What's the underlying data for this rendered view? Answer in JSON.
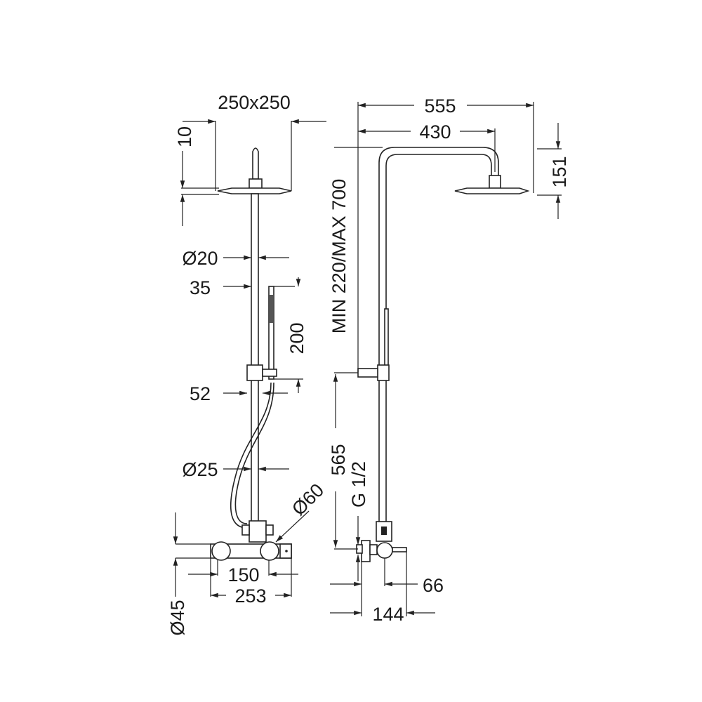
{
  "drawing": {
    "front_view": {
      "head_size": "250x250",
      "head_thickness": "10",
      "pipe_diameter_upper": "Ø20",
      "hand_shower_width": "35",
      "hand_shower_length": "200",
      "slider_width": "52",
      "pipe_diameter_lower": "Ø25",
      "diverter_diameter": "Ø60",
      "mixer_diameter": "Ø45",
      "handle_spacing": "150",
      "mixer_length": "253"
    },
    "side_view": {
      "total_projection": "555",
      "arm_length": "430",
      "head_drop": "151",
      "height_adjustment": "MIN 220/MAX 700",
      "bracket_height": "565",
      "inlet_thread": "G 1/2",
      "outlet_offset": "66",
      "mixer_depth": "144"
    }
  },
  "colors": {
    "line": "#222222",
    "background": "#ffffff"
  }
}
